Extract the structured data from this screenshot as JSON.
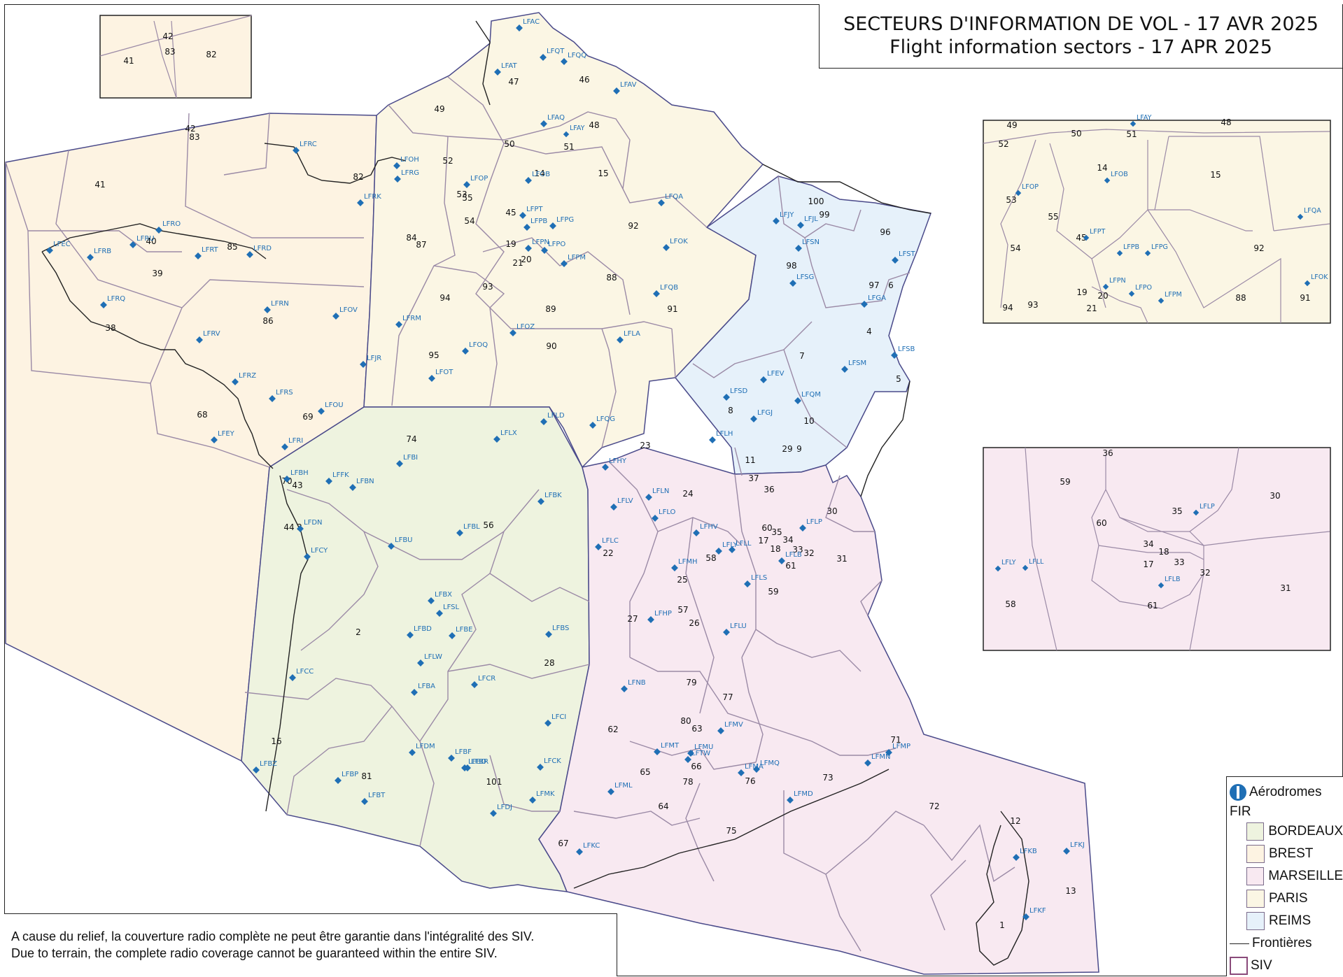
{
  "title": {
    "fr": "SECTEURS D'INFORMATION DE VOL - 17 AVR 2025",
    "en": "Flight information sectors - 17 APR 2025"
  },
  "note": {
    "fr": "A cause du relief, la couverture radio complète ne peut être garantie dans l'intégralité des SIV.",
    "en": "Due to terrain, the complete radio coverage cannot be guaranteed within the entire SIV."
  },
  "legend": {
    "aerodromes": "Aérodromes",
    "fir_heading": "FIR",
    "firs": [
      {
        "name": "BORDEAUX",
        "color": "#eef3df"
      },
      {
        "name": "BREST",
        "color": "#fdf3e2"
      },
      {
        "name": "MARSEILLE",
        "color": "#f8e9f1"
      },
      {
        "name": "PARIS",
        "color": "#fbf6e4"
      },
      {
        "name": "REIMS",
        "color": "#e6f1fa"
      }
    ],
    "borders": "Frontières",
    "siv": "SIV"
  },
  "colors": {
    "aerodrome": "#1f6fb5",
    "sector_line": "#9b8aa6",
    "fir_line": "#4a4a8a",
    "coast": "#222222"
  },
  "sector_numbers": {
    "brest": [
      "41",
      "42",
      "83",
      "82",
      "40",
      "85",
      "39",
      "38",
      "86",
      "68",
      "69",
      "84",
      "87"
    ],
    "paris": [
      "47",
      "46",
      "49",
      "48",
      "50",
      "51",
      "52",
      "14",
      "15",
      "53",
      "55",
      "54",
      "45",
      "92",
      "19",
      "21",
      "20",
      "88",
      "94",
      "93",
      "89",
      "91",
      "95",
      "90",
      "23"
    ],
    "reims": [
      "100",
      "99",
      "96",
      "98",
      "97",
      "6",
      "4",
      "7",
      "5",
      "8",
      "10",
      "29",
      "9",
      "11"
    ],
    "bordeaux": [
      "74",
      "70",
      "43",
      "44",
      "3",
      "56",
      "2",
      "28",
      "16",
      "81",
      "101"
    ],
    "marseille": [
      "24",
      "37",
      "36",
      "30",
      "60",
      "35",
      "17",
      "34",
      "18",
      "33",
      "32",
      "61",
      "31",
      "22",
      "58",
      "59",
      "25",
      "57",
      "27",
      "26",
      "79",
      "77",
      "80",
      "63",
      "62",
      "71",
      "66",
      "65",
      "78",
      "76",
      "73",
      "72",
      "64",
      "75",
      "67",
      "12",
      "13",
      "1"
    ]
  },
  "aerodromes": [
    "LFAC",
    "LFAT",
    "LFQT",
    "LFQQ",
    "LFAV",
    "LFAY",
    "LFAQ",
    "LFOH",
    "LFRG",
    "LFOP",
    "LFOB",
    "LFRC",
    "LFRK",
    "LFEC",
    "LFRU",
    "LFRO",
    "LFRB",
    "LFRT",
    "LFRD",
    "LFPT",
    "LFPB",
    "LFPG",
    "LFPN",
    "LFPO",
    "LFPM",
    "LFQA",
    "LFOK",
    "LFQB",
    "LFJY",
    "LFJL",
    "LFSN",
    "LFSG",
    "LFST",
    "LFGA",
    "LFSB",
    "LFSM",
    "LFEV",
    "LFQM",
    "LFSD",
    "LFGJ",
    "LFLH",
    "LFRQ",
    "LFRN",
    "LFOV",
    "LFRM",
    "LFRV",
    "LFOQ",
    "LFOT",
    "LFJR",
    "LFOZ",
    "LFLA",
    "LFRZ",
    "LFRS",
    "LFOU",
    "LFEY",
    "LFRI",
    "LFLD",
    "LFQG",
    "LFLX",
    "LFHY",
    "LFBI",
    "LFBH",
    "LFFK",
    "LFBN",
    "LFDN",
    "LFCY",
    "LFBU",
    "LFBK",
    "LFBL",
    "LFBX",
    "LFSL",
    "LFBD",
    "LFBE",
    "LFLW",
    "LFBS",
    "LFCC",
    "LFCR",
    "LFBA",
    "LFCI",
    "LFDM",
    "LFBF",
    "LFBO",
    "LFBR",
    "LFCK",
    "LFBZ",
    "LFBP",
    "LFBT",
    "LFMK",
    "LFDJ",
    "LFLN",
    "LFLV",
    "LFLO",
    "LFHV",
    "LFLY",
    "LFLL",
    "LFLP",
    "LFLC",
    "LFMH",
    "LFLB",
    "LFLS",
    "LFHP",
    "LFLU",
    "LFNB",
    "LFMV",
    "LFMT",
    "LFTW",
    "LFMU",
    "LFML",
    "LFMA",
    "LFMQ",
    "LFMD",
    "LFMN",
    "LFMP",
    "LFKC",
    "LFKB",
    "LFKJ",
    "LFKF"
  ],
  "insets": {
    "top_left": [
      "42",
      "83",
      "41",
      "82"
    ],
    "paris": {
      "numbers": [
        "49",
        "50",
        "51",
        "48",
        "52",
        "14",
        "15",
        "53",
        "55",
        "54",
        "45",
        "92",
        "19",
        "20",
        "21",
        "94",
        "93",
        "88",
        "91"
      ],
      "aerodromes": [
        "LFAY",
        "LFOP",
        "LFOB",
        "LFPT",
        "LFPB",
        "LFPG",
        "LFQA",
        "LFPN",
        "LFPO",
        "LFPM",
        "LFOK"
      ]
    },
    "lyon": {
      "numbers": [
        "36",
        "59",
        "30",
        "60",
        "35",
        "34",
        "18",
        "17",
        "33",
        "32",
        "31",
        "58",
        "61"
      ],
      "aerodromes": [
        "LFLP",
        "LFLY",
        "LFLL",
        "LFLB"
      ]
    }
  }
}
